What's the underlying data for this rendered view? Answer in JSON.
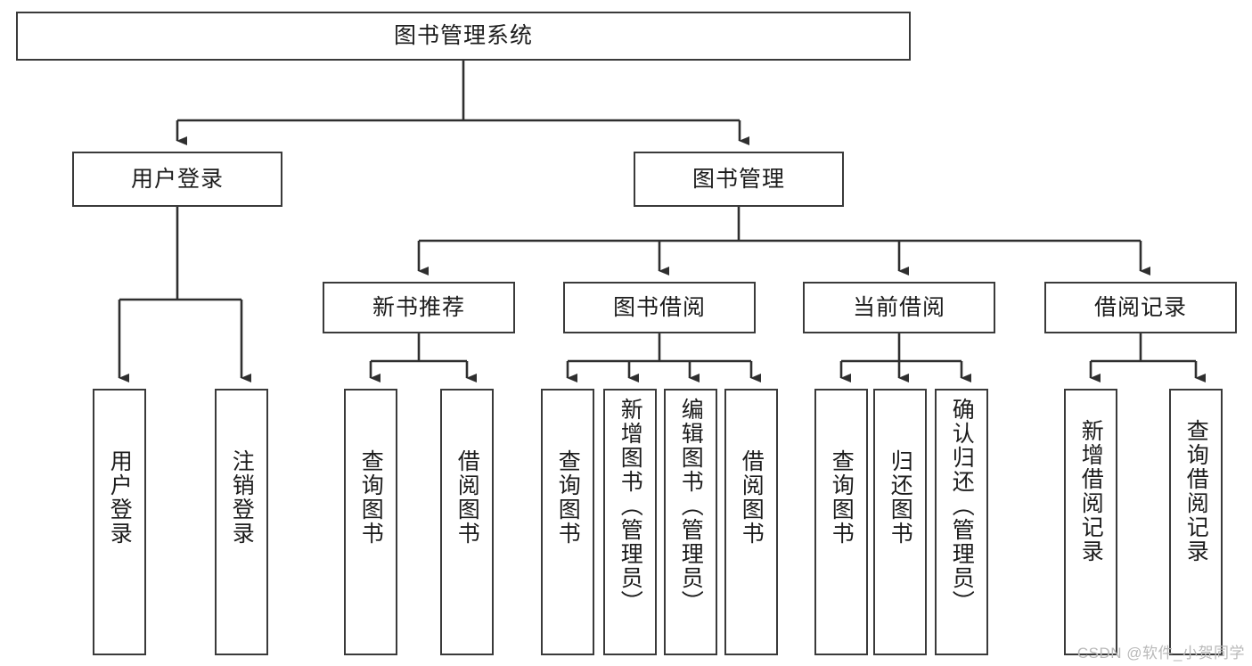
{
  "diagram": {
    "title": "图书管理系统",
    "type": "tree-hierarchy-diagram",
    "root": {
      "label": "图书管理系统"
    },
    "level2": [
      {
        "label": "用户登录"
      },
      {
        "label": "图书管理"
      }
    ],
    "level3": [
      {
        "label": "新书推荐"
      },
      {
        "label": "图书借阅"
      },
      {
        "label": "当前借阅"
      },
      {
        "label": "借阅记录"
      }
    ],
    "leaves": [
      {
        "label": "用户登录",
        "parent": "用户登录"
      },
      {
        "label": "注销登录",
        "parent": "用户登录"
      },
      {
        "label": "查询图书",
        "parent": "新书推荐"
      },
      {
        "label": "借阅图书",
        "parent": "新书推荐"
      },
      {
        "label": "查询图书",
        "parent": "图书借阅"
      },
      {
        "label": "新增图书（管理员）",
        "parent": "图书借阅"
      },
      {
        "label": "编辑图书（管理员）",
        "parent": "图书借阅"
      },
      {
        "label": "借阅图书",
        "parent": "图书借阅"
      },
      {
        "label": "查询图书",
        "parent": "当前借阅"
      },
      {
        "label": "归还图书",
        "parent": "当前借阅"
      },
      {
        "label": "确认归还（管理员）",
        "parent": "当前借阅"
      },
      {
        "label": "新增借阅记录",
        "parent": "借阅记录"
      },
      {
        "label": "查询借阅记录",
        "parent": "借阅记录"
      }
    ],
    "watermark": "CSDN @软件_小贺同学",
    "colors": {
      "border": "#3a3a3a",
      "text": "#1c1c1c",
      "background": "#ffffff",
      "connector": "#2f2f2f",
      "watermark": "#b9b9b9"
    }
  }
}
